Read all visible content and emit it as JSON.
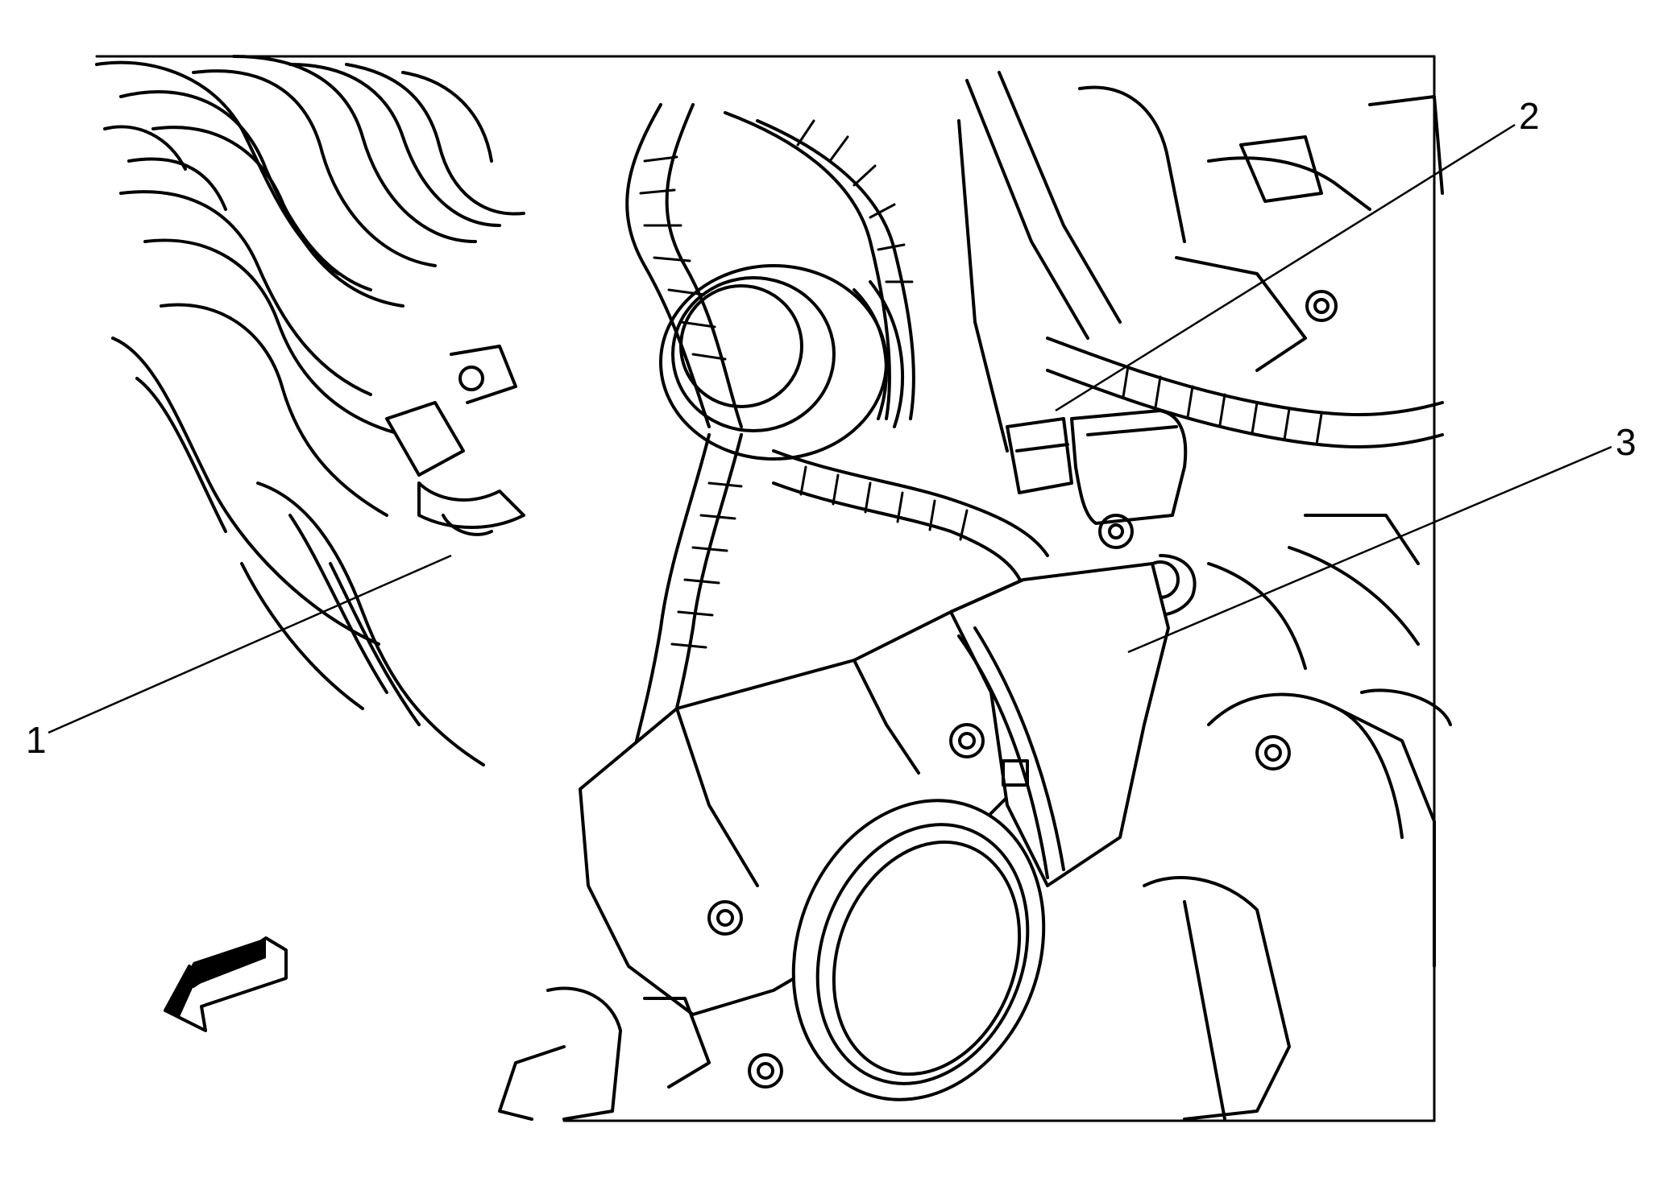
{
  "callouts": [
    {
      "id": "1",
      "label": "1"
    },
    {
      "id": "2",
      "label": "2"
    },
    {
      "id": "3",
      "label": "3"
    }
  ],
  "icons": {
    "direction_arrow": "forward-direction-arrow-icon"
  },
  "colors": {
    "line": "#000000",
    "background": "#ffffff"
  }
}
